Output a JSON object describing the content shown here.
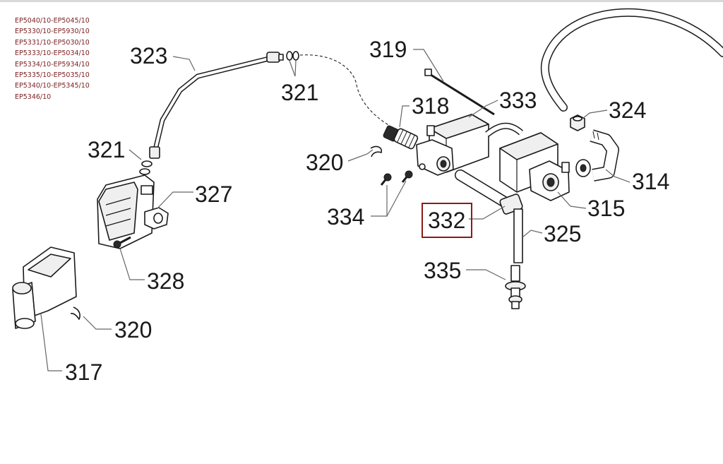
{
  "model_list": [
    "EP5040/10-EP5045/10",
    "EP5330/10-EP5930/10",
    "EP5331/10-EP5030/10",
    "EP5333/10-EP5034/10",
    "EP5334/10-EP5934/10",
    "EP5335/10-EP5035/10",
    "EP5340/10-EP5345/10",
    "EP5346/10"
  ],
  "labels": {
    "p323": "323",
    "p321_left": "321",
    "p321_top": "321",
    "p319": "319",
    "p318": "318",
    "p333": "333",
    "p324": "324",
    "p320_mid": "320",
    "p327": "327",
    "p314": "314",
    "p334": "334",
    "p332": "332",
    "p315": "315",
    "p325": "325",
    "p335": "335",
    "p328": "328",
    "p320_low": "320",
    "p317": "317"
  },
  "highlighted_part": "332",
  "highlight_color": "#8b1a1a"
}
